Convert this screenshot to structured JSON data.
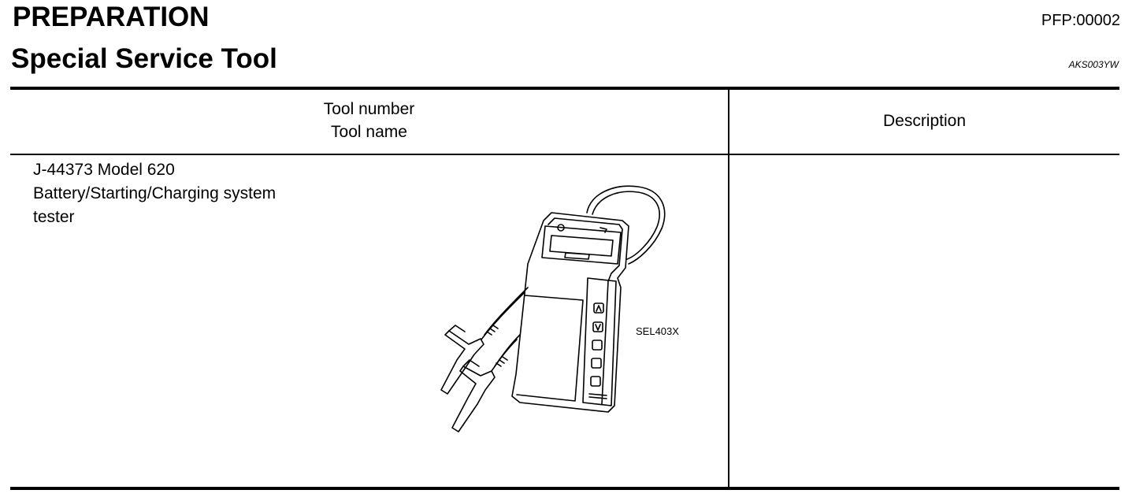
{
  "header": {
    "section_title": "PREPARATION",
    "subsection_title": "Special Service Tool",
    "page_code": "PFP:00002",
    "section_code": "AKS003YW"
  },
  "table": {
    "headers": {
      "tool_number": "Tool number",
      "tool_name": "Tool name",
      "description": "Description"
    },
    "rows": [
      {
        "tool_number": "J-44373 Model 620",
        "tool_name_line1": "Battery/Starting/Charging system",
        "tool_name_line2": "tester",
        "figure_label": "SEL403X",
        "description": ""
      }
    ]
  },
  "icons": {
    "illustration": "battery-tester-illustration"
  }
}
